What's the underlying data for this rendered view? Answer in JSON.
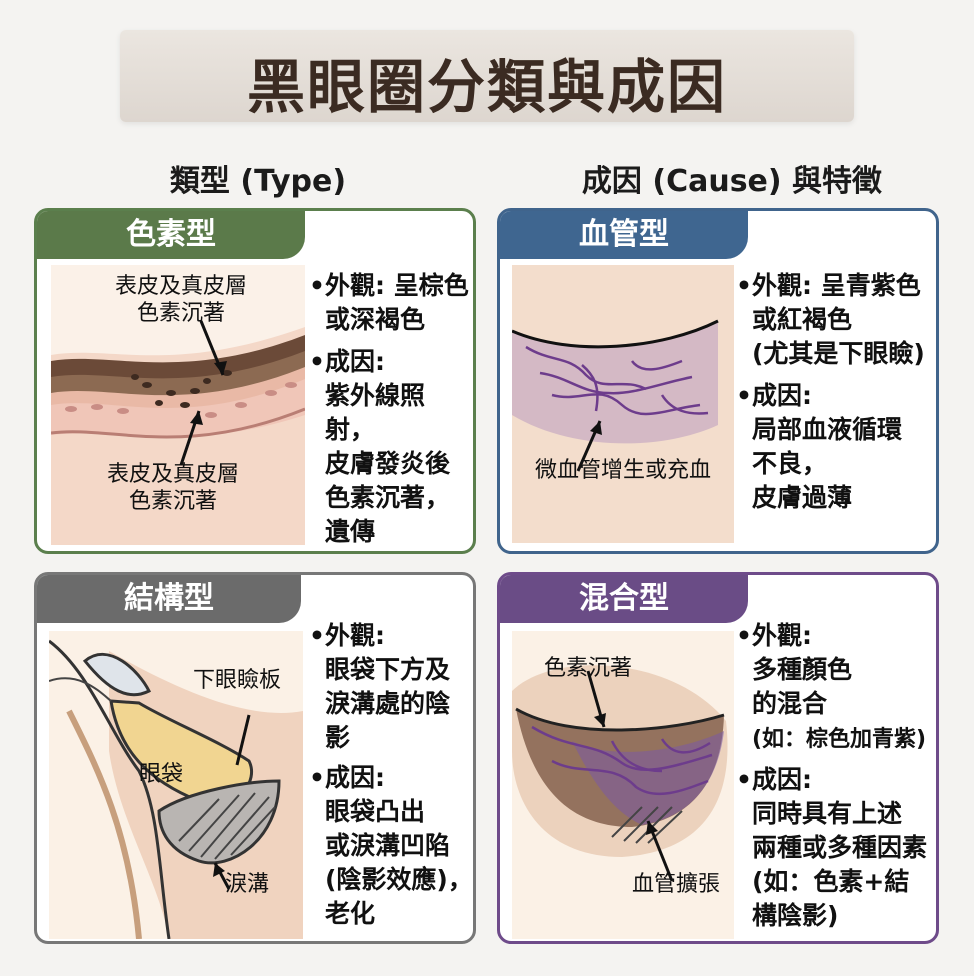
{
  "title": "黑眼圈分類與成因",
  "columns": {
    "left": "類型 (Type)",
    "right": "成因 (Cause) 與特徵"
  },
  "cards": {
    "pigment": {
      "tab": "色素型",
      "label_top": "表皮及真皮層\n色素沉著",
      "label_bottom": "表皮及真皮層\n色素沉著",
      "appearance": "外觀: 呈棕色\n或深褐色",
      "cause": "成因:\n紫外線照射，\n皮膚發炎後\n色素沉著，\n遺傳"
    },
    "vascular": {
      "tab": "血管型",
      "label": "微血管增生或充血",
      "appearance": "外觀: 呈青紫色\n或紅褐色\n(尤其是下眼瞼)",
      "cause": "成因:\n局部血液循環\n不良，\n皮膚過薄"
    },
    "structural": {
      "tab": "結構型",
      "label_plate": "下眼瞼板",
      "label_bag": "眼袋",
      "label_trough": "淚溝",
      "appearance": "外觀:\n眼袋下方及\n淚溝處的陰\n影",
      "cause": "成因:\n眼袋凸出\n或淚溝凹陷\n(陰影效應)，\n老化"
    },
    "mixed": {
      "tab": "混合型",
      "label_pigment": "色素沉著",
      "label_vessel": "血管擴張",
      "appearance": "外觀:\n多種顏色\n的混合",
      "appearance_note": "(如：棕色加青紫)",
      "cause": "成因:\n同時具有上述\n兩種或多種因素\n(如：色素+結\n構陰影)"
    }
  },
  "colors": {
    "pigment": "#5b7a4a",
    "vascular": "#3f6690",
    "structural": "#6b6b6b",
    "mixed": "#6a4c86"
  }
}
